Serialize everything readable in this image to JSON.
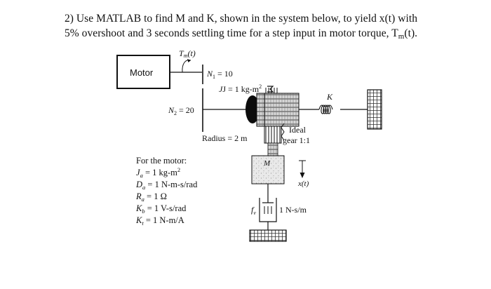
{
  "question": {
    "line1": "2) Use MATLAB to find M and K, shown in the system below, to yield x(t) with",
    "line2_pre": "5% overshoot and 3 seconds settling time for a step input in motor torque, T",
    "line2_sub": "m",
    "line2_post": "(t)."
  },
  "diagram": {
    "motor_label": "Motor",
    "torque_label": "T",
    "torque_sub": "m",
    "torque_arg": "(t)",
    "n1_label": "N",
    "n1_sub": "1",
    "n1_value": " = 10",
    "j_label": "J = 1 kg-m",
    "j_sup": "2",
    "n2_label": "N",
    "n2_sub": "2",
    "n2_value": " = 20",
    "k_label": "K",
    "radius_label": "Radius = 2 m",
    "ideal_label": "Ideal",
    "gear_label": "gear 1:1",
    "mass_label": "M",
    "x_label": "x(t)",
    "fv_label": "f",
    "fv_sub": "v",
    "damper_label": "1 N-s/m"
  },
  "motor_params": {
    "title": "For the motor:",
    "ja_sym": "J",
    "ja_sub": "a",
    "ja_value": " = 1 kg-m",
    "ja_sup": "2",
    "da_sym": "D",
    "da_sub": "a",
    "da_value": " = 1 N-m-s/rad",
    "ra_sym": "R",
    "ra_sub": "a",
    "ra_value": " = 1 Ω",
    "kb_sym": "K",
    "kb_sub": "b",
    "kb_value": " = 1 V-s/rad",
    "kt_sym": "K",
    "kt_sub": "t",
    "kt_value": " = 1 N-m/A"
  }
}
